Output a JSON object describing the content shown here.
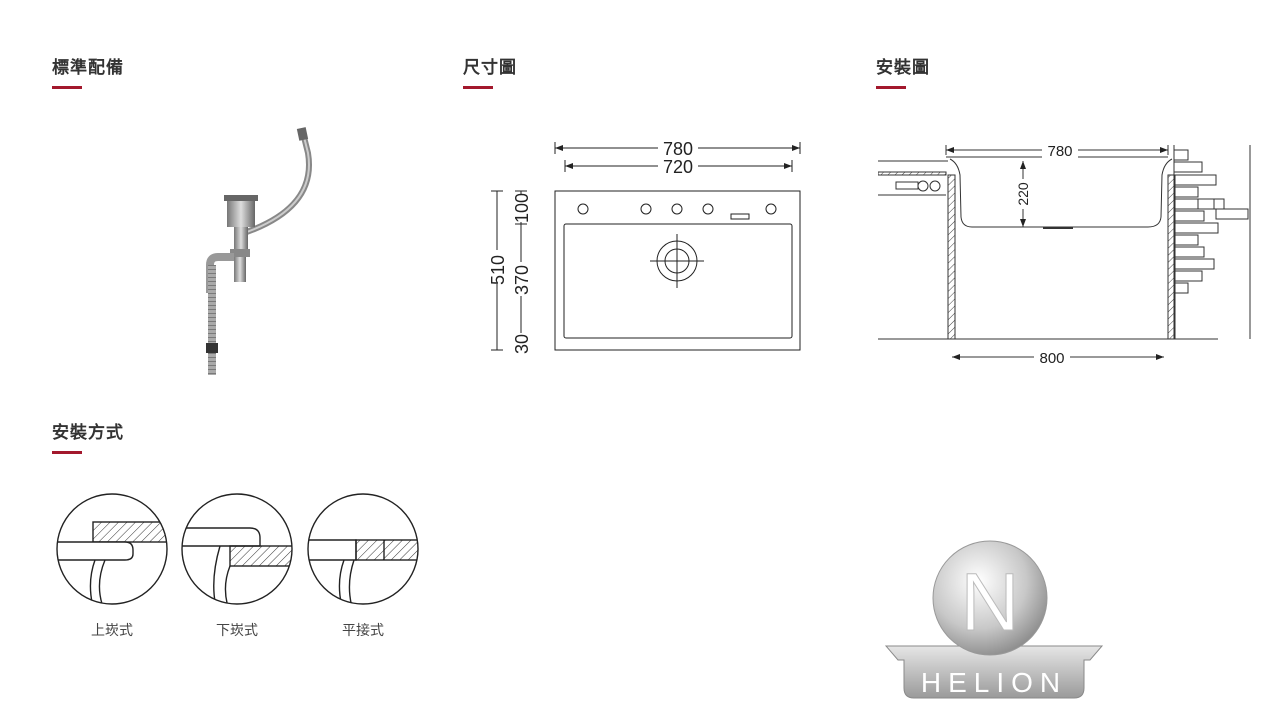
{
  "sections": {
    "standard_accessories": {
      "title": "標準配備"
    },
    "dimension_drawing": {
      "title": "尺寸圖",
      "labels": {
        "overall_width": "780",
        "bowl_width": "720",
        "overall_depth": "510",
        "top_depth": "100",
        "bowl_depth": "370",
        "front_depth": "30"
      }
    },
    "installation_drawing": {
      "title": "安裝圖",
      "labels": {
        "sink_width": "780",
        "bowl_height": "220",
        "cabinet_width": "800"
      }
    },
    "installation_methods": {
      "title": "安裝方式",
      "methods": [
        {
          "label": "上崁式"
        },
        {
          "label": "下崁式"
        },
        {
          "label": "平接式"
        }
      ]
    }
  },
  "logo": {
    "text": "HELION",
    "letter": "N"
  },
  "colors": {
    "accent": "#a3182d",
    "line": "#333333"
  }
}
